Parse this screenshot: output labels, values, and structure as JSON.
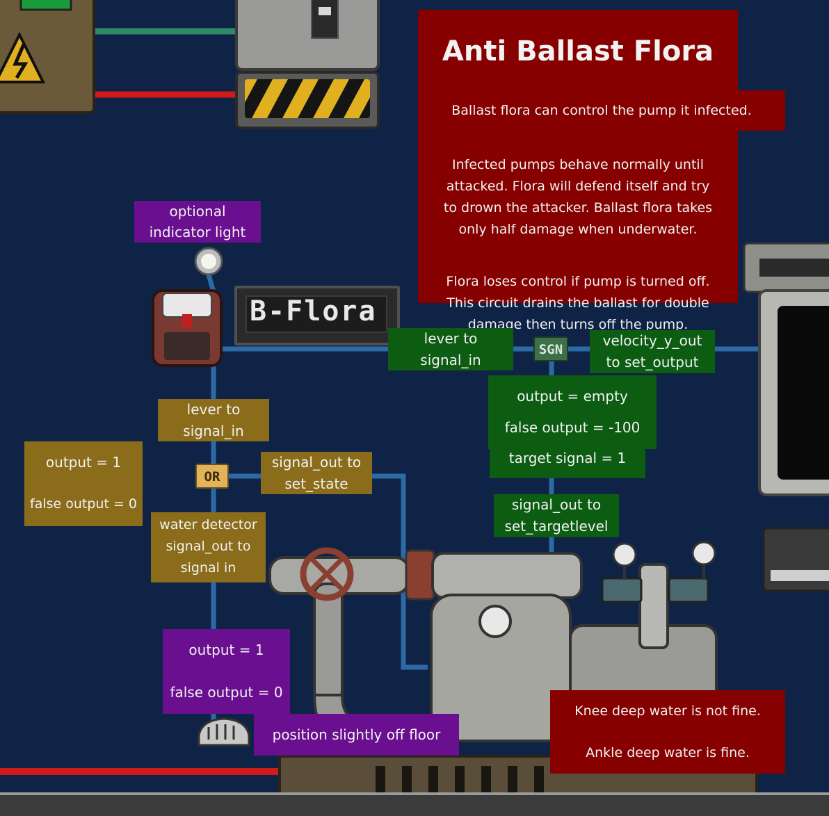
{
  "title": "Anti Ballast Flora",
  "description": {
    "line1": "Ballast flora can control the pump it infected.",
    "para2": "Infected pumps behave normally until\nattacked. Flora will defend itself and try\nto drown the attacker. Ballast flora takes\nonly half damage when underwater.",
    "para3": "Flora loses control if pump is turned off.\nThis circuit drains the ballast for double\ndamage then turns off the pump."
  },
  "sign_text": "B-Flora",
  "components": {
    "or": "OR",
    "sgn": "SGN"
  },
  "labels": {
    "optional_light": "optional\nindicator light",
    "lever_to_signal_in_green": "lever to\nsignal_in",
    "velocity": "velocity_y_out\nto set_output",
    "sgn_output": "output = empty",
    "sgn_false_output": "false output = -100",
    "sgn_target": "target signal = 1",
    "signal_out_targetlevel": "signal_out to\nset_targetlevel",
    "lever_to_signal_in_gold": "lever to\nsignal_in",
    "or_output": "output = 1",
    "or_false_output": "false output = 0",
    "signal_out_set_state": "signal_out to\nset_state",
    "water_detector": "water detector\nsignal_out to\nsignal in",
    "detector_output": "output = 1",
    "detector_false_output": "false output = 0",
    "position": "position slightly off floor",
    "knee": "Knee deep water is not fine.",
    "ankle": "Ankle deep water is fine."
  },
  "colors": {
    "background": "#0f2347",
    "wire_blue": "#2c6aa5",
    "wire_red": "#d11a1a",
    "wire_green": "#2f8a6a",
    "label_red": "#860000",
    "label_green": "#0c5c12",
    "label_gold": "#8a6c1a",
    "label_purple": "#6a0f8f"
  }
}
